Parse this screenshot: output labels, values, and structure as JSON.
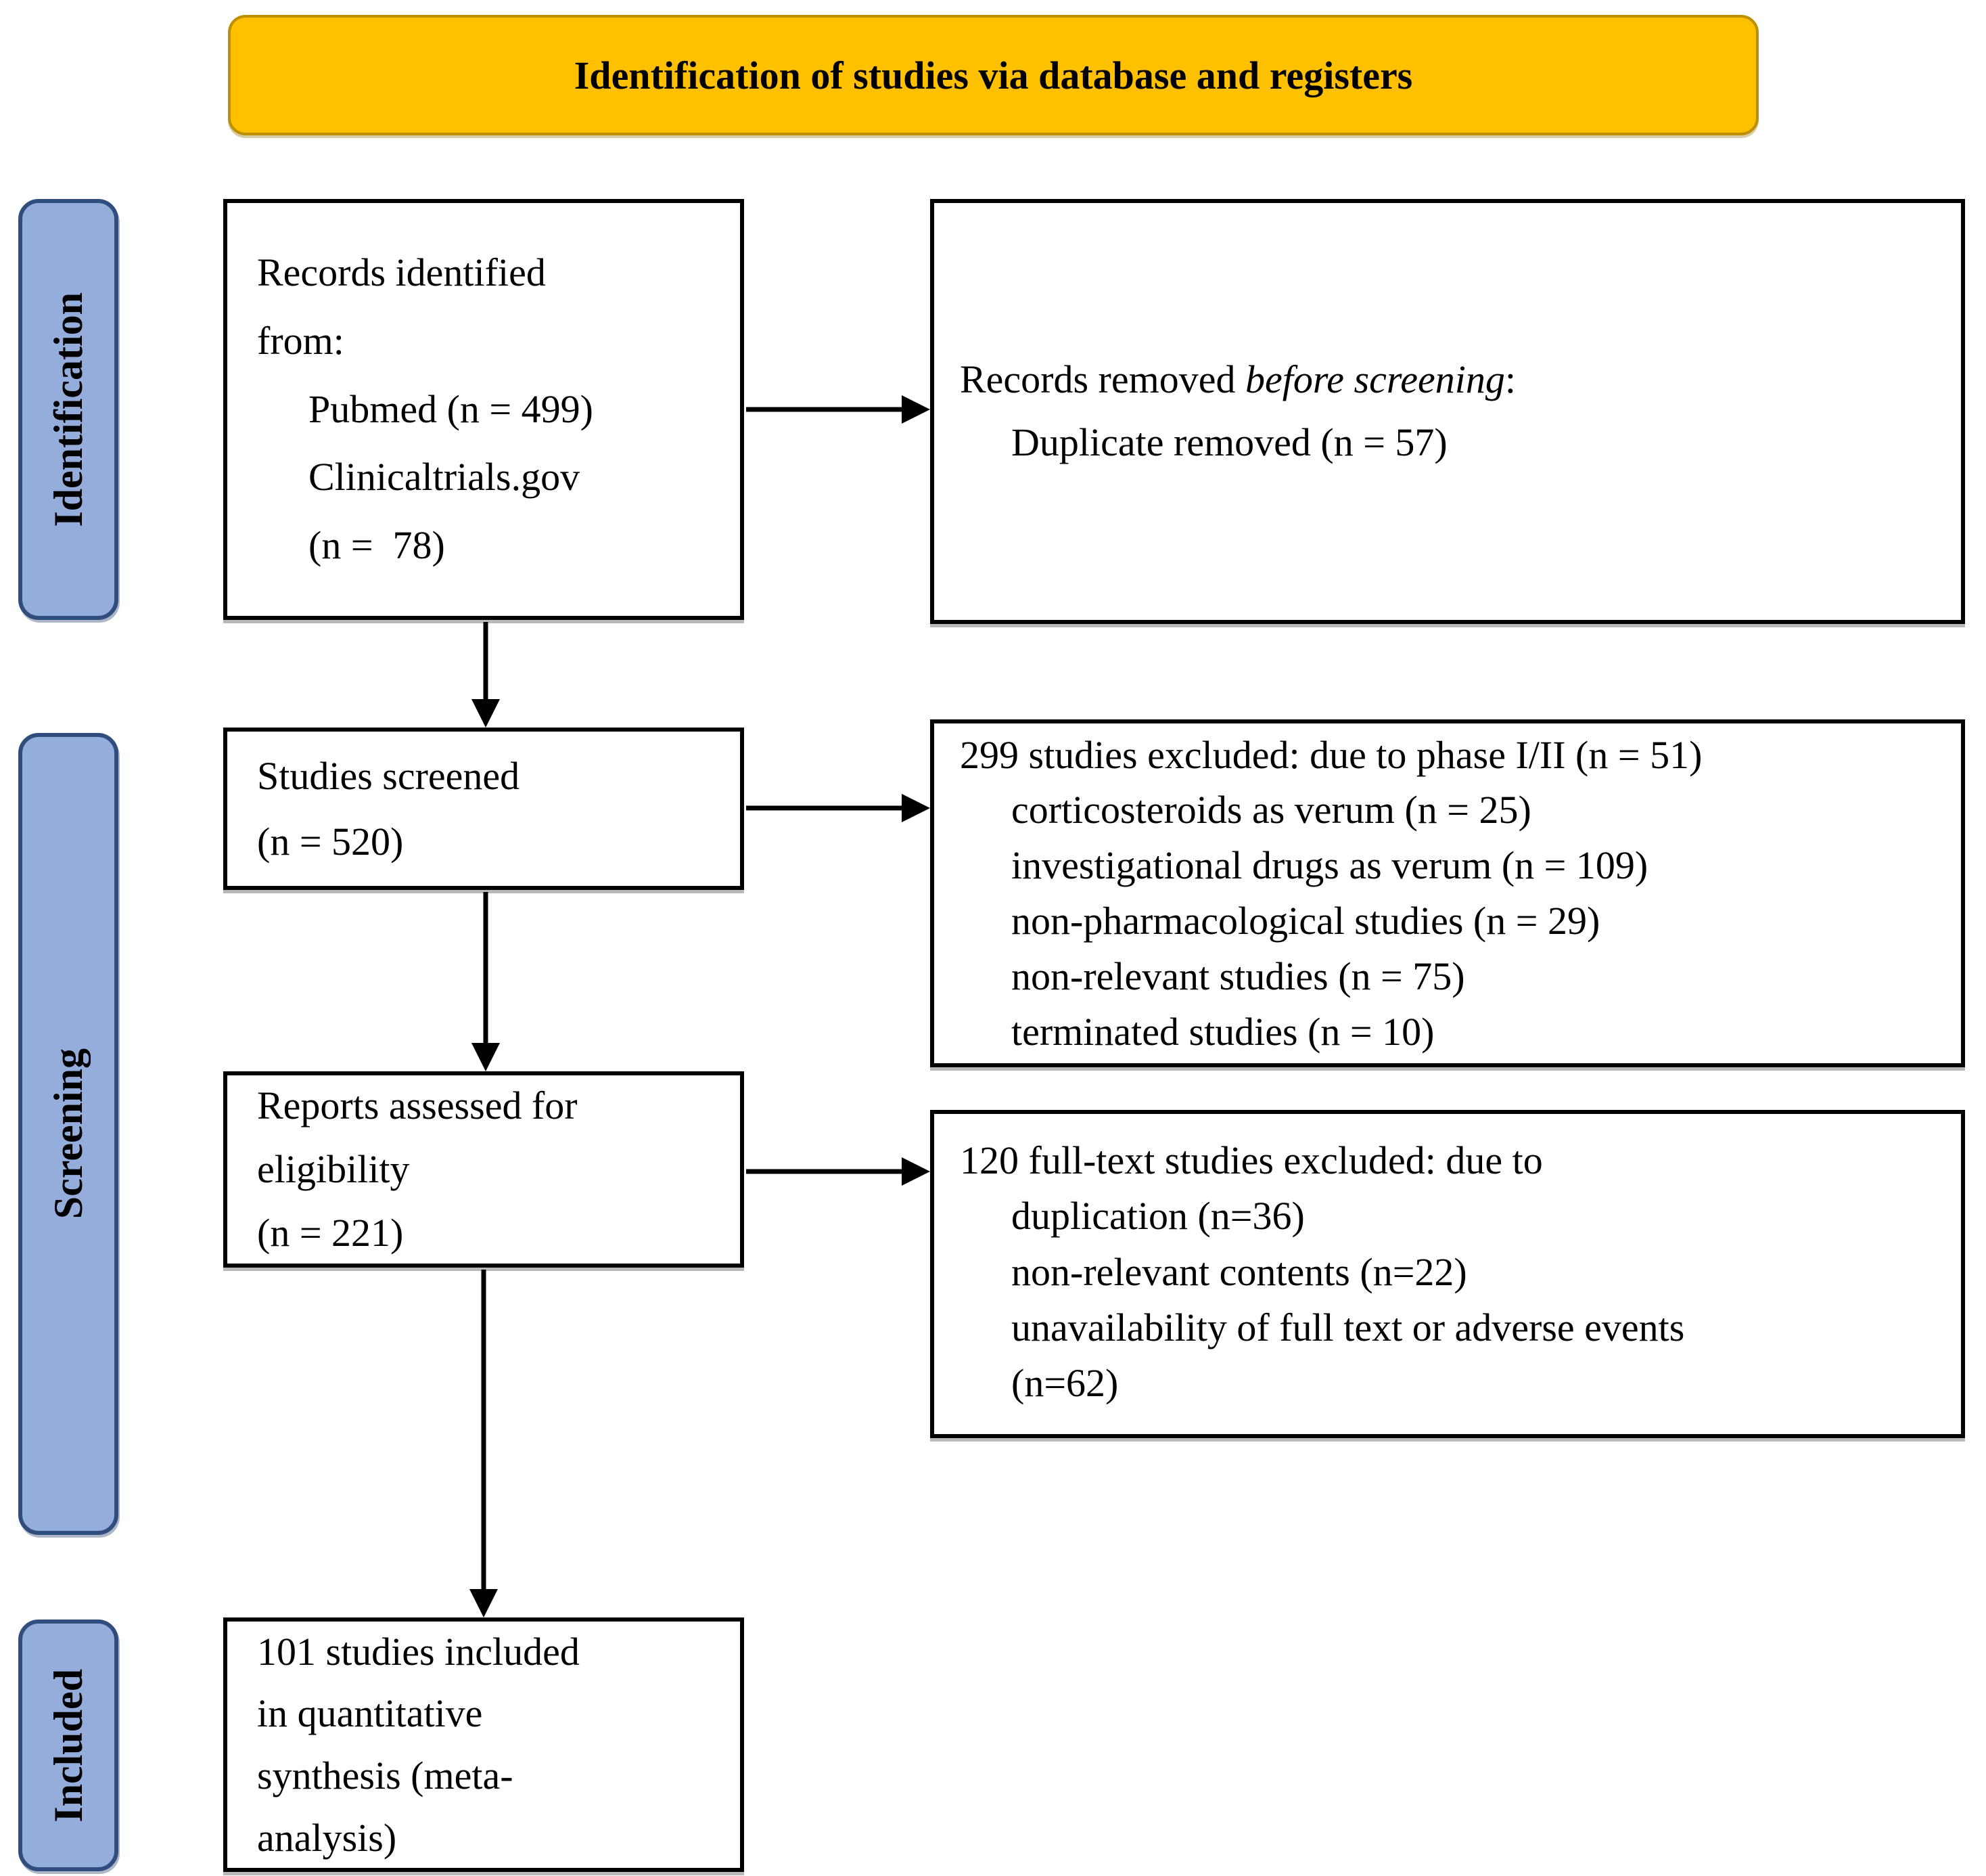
{
  "header": {
    "title": "Identification of studies via database and registers"
  },
  "sidebar": {
    "identification_label": "Identification",
    "screening_label": "Screening",
    "included_label": "Included"
  },
  "boxes": {
    "records_identified": {
      "line1": "Records identified",
      "line2": "from:",
      "line3": "Pubmed (n = 499)",
      "line4": "Clinicaltrials.gov",
      "line5": "(n =  78)"
    },
    "records_removed": {
      "line1_prefix": "Records removed ",
      "line1_italic": "before screening",
      "line1_suffix": ":",
      "line2": "Duplicate removed (n = 57)"
    },
    "studies_screened": {
      "line1": "Studies screened",
      "line2": "(n = 520)"
    },
    "studies_excluded": {
      "line1": "299 studies excluded: due to phase I/II (n = 51)",
      "line2": "corticosteroids as verum (n = 25)",
      "line3": "investigational drugs as verum (n = 109)",
      "line4": "non-pharmacological studies (n = 29)",
      "line5": "non-relevant studies (n = 75)",
      "line6": "terminated studies (n = 10)"
    },
    "reports_assessed": {
      "line1": "Reports assessed for",
      "line2": "eligibility",
      "line3": "(n = 221)"
    },
    "fulltext_excluded": {
      "line1": "120 full-text studies excluded: due to",
      "line2": "duplication (n=36)",
      "line3": "non-relevant contents (n=22)",
      "line4": "unavailability of full text or adverse events",
      "line5": "(n=62)"
    },
    "studies_included": {
      "line1": "101 studies included",
      "line2": "in quantitative",
      "line3": "synthesis (meta-",
      "line4": "analysis)"
    }
  },
  "colors": {
    "header_fill": "#FFC000",
    "header_border": "#BC9000",
    "tab_fill": "#95ADDB",
    "tab_border": "#2F4D7E",
    "box_bg": "#FFFFFF",
    "box_border": "#000000",
    "arrow": "#000000",
    "text": "#000000"
  }
}
